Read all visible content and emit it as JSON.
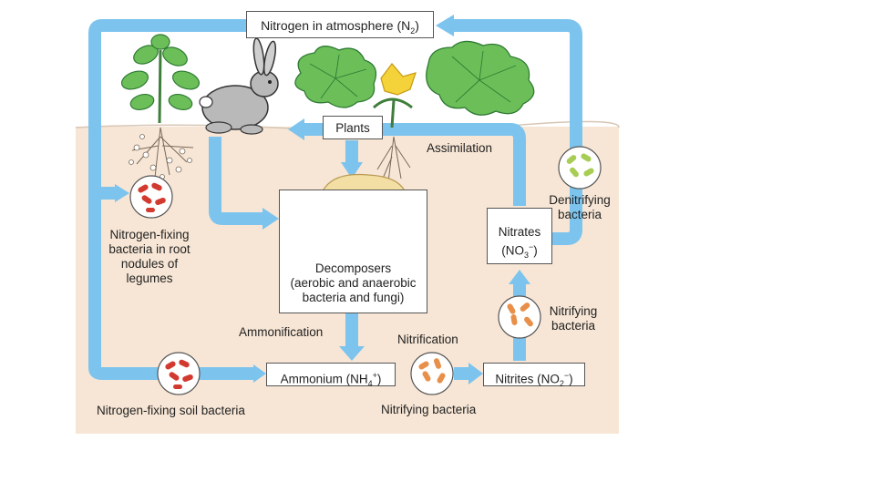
{
  "diagram": {
    "atmosphere": {
      "main": "Nitrogen in atmosphere (N",
      "sub": "2",
      "end": ")"
    },
    "plants": "Plants",
    "assimilation": "Assimilation",
    "decomposers": {
      "line1": "Decomposers",
      "line2": "(aerobic and anaerobic",
      "line3": "bacteria and fungi)"
    },
    "root_nodules": {
      "line1": "Nitrogen-fixing",
      "line2": "bacteria in root",
      "line3": "nodules of",
      "line4": "legumes"
    },
    "denitrifying": {
      "line1": "Denitrifying",
      "line2": "bacteria"
    },
    "nitrates": {
      "line1": "Nitrates",
      "open": "(NO",
      "sub": "3",
      "sup": "−",
      "close": ")"
    },
    "nitrifying_right": {
      "line1": "Nitrifying",
      "line2": "bacteria"
    },
    "ammonification": "Ammonification",
    "nitrification": "Nitrification",
    "ammonium": {
      "main": "Ammonium (NH",
      "sub": "4",
      "sup": "+",
      "close": ")"
    },
    "nitrites": {
      "main": "Nitrites (NO",
      "sub": "2",
      "sup": "−",
      "close": ")"
    },
    "soil_bacteria": "Nitrogen-fixing soil bacteria",
    "nitrifying_bottom": "Nitrifying bacteria",
    "colors": {
      "arrow": "#7cc4ee",
      "soil": "#f7e6d5",
      "leaf": "#6cbf58",
      "leaf_dark": "#2f7a34",
      "flower": "#f4d23a",
      "mushroom": "#f3dfa3",
      "rabbit": "#b9b9b9",
      "red_bacteria": "#d23a30",
      "orange_bacteria": "#e8904a",
      "green_bacteria": "#a7cd55",
      "yellow_bacteria": "#f2dc7a"
    }
  }
}
